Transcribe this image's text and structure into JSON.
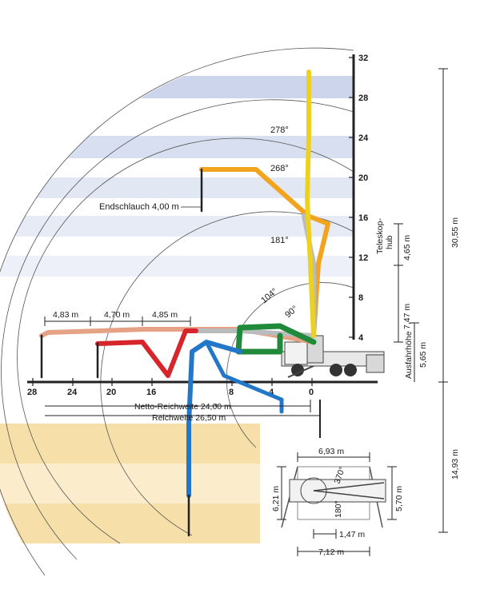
{
  "chart_data": {
    "type": "diagram",
    "y_ticks": [
      "4",
      "8",
      "12",
      "16",
      "20",
      "24",
      "28",
      "32"
    ],
    "x_ticks": [
      "28",
      "24",
      "20",
      "16",
      "8",
      "4",
      "0"
    ],
    "angles": [
      "278°",
      "268°",
      "181°",
      "104°",
      "90°",
      "370°",
      "180°"
    ],
    "reach_segments": [
      "4,83 m",
      "4,70 m",
      "4,85 m"
    ],
    "labels": {
      "endhose": "Endschlauch 4,00 m",
      "net_reach": "Netto-Reichweite 24,00 m",
      "net_reach_mark": "*",
      "reach": "Reichweite 26,50 m",
      "telescope_1": "Teleskop-",
      "telescope_2": "hub",
      "telescope_value": "4,65 m",
      "unfold_1": "Ausfahrhöhe",
      "unfold_value": "5,65 m",
      "h_747": "7,47 m",
      "total_height": "30,55 m",
      "depth": "14,93 m"
    },
    "outrigger": {
      "front_width": "6,93 m",
      "rear_width": "7,12 m",
      "center_width": "1,47 m",
      "left_length": "6,21 m",
      "right_length": "5,70 m",
      "swing_1": "370°",
      "swing_2": "180°"
    },
    "colors": {
      "yellow": "#ecd21e",
      "orange": "#f2a41f",
      "grey": "#b9bcbd",
      "green": "#1f8a3a",
      "red": "#d7262b",
      "blue": "#2277c9",
      "salmon": "#e6a284",
      "band_blue": "#d4dcee",
      "band_sand": "#f8e3b0"
    }
  }
}
